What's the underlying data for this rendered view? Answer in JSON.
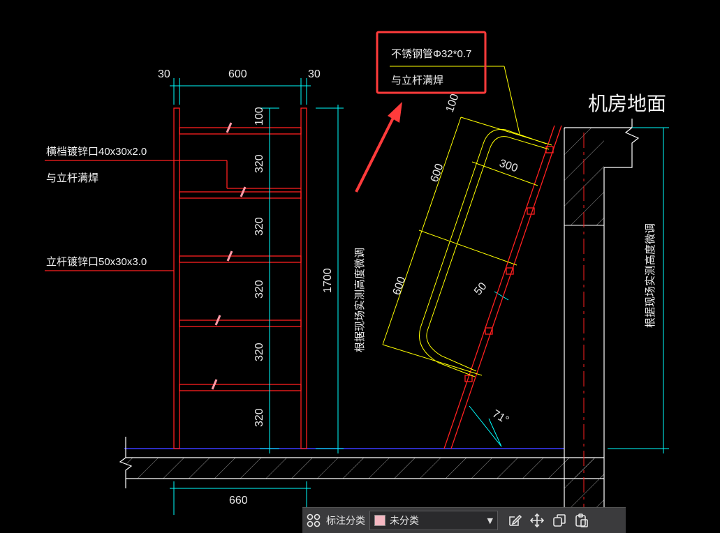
{
  "drawing": {
    "dimensions": {
      "left_30": "30",
      "top_600": "600",
      "right_30": "30",
      "v100": "100",
      "v320_1": "320",
      "v320_2": "320",
      "v320_3": "320",
      "v320_4": "320",
      "v320_5": "320",
      "height_1700": "1700",
      "bottom_660": "660",
      "rail_100": "100",
      "rail_600_upper": "600",
      "rail_300": "300",
      "rail_600_lower": "600",
      "rail_50": "50",
      "angle": "71°"
    },
    "notes": {
      "crossbar_spec_line1": "横档镀锌口40x30x2.0",
      "crossbar_spec_line2": "与立杆满焊",
      "upright_spec": "立杆镀锌口50x30x3.0",
      "handrail_spec_line1": "不锈钢管Φ32*0.7",
      "handrail_spec_line2": "与立杆满焊",
      "field_adjust_center": "根据现场实测高度微调",
      "field_adjust_right": "根据现场实测高度微调",
      "floor_label": "机房地面"
    },
    "colors": {
      "ladder": "#ff2020",
      "dimension": "#00ffff",
      "handrail": "#ffff00",
      "structure": "#ffffff",
      "highlight": "#ff3b3b",
      "ground_line": "#3a3aff"
    }
  },
  "toolbar": {
    "category_label": "标注分类",
    "category_value": "未分类",
    "swatch_color": "#f4b8c2",
    "icons": [
      "categories-icon",
      "edit-icon",
      "move-icon",
      "copy-icon",
      "paste-icon"
    ]
  }
}
